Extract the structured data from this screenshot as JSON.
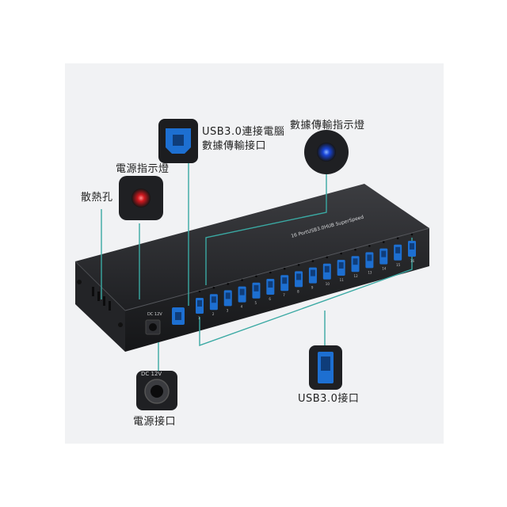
{
  "callouts": {
    "heat_vent": "散熱孔",
    "power_indicator": "電源指示燈",
    "usb_b_line1": "USB3.0連接電腦",
    "usb_b_line2": "數據傳輸接口",
    "data_indicator": "數據傳輸指示燈",
    "power_jack": "電源接口",
    "usb_ports": "USB3.0接口"
  },
  "device": {
    "dc_label": "DC 12V",
    "top_print": "16 PortUSB3.0HUB  SuperSpeed",
    "port_numbers": [
      "1",
      "2",
      "3",
      "4",
      "5",
      "6",
      "7",
      "8",
      "9",
      "10",
      "11",
      "12",
      "13",
      "14",
      "15",
      "16"
    ]
  },
  "colors": {
    "accent_line": "#3aa9a3",
    "usb3_blue": "#1d6fd1",
    "power_led": "#d0181e",
    "data_led": "#1844d8",
    "housing": "#2a2b2e",
    "backdrop": "#f1f2f4"
  }
}
